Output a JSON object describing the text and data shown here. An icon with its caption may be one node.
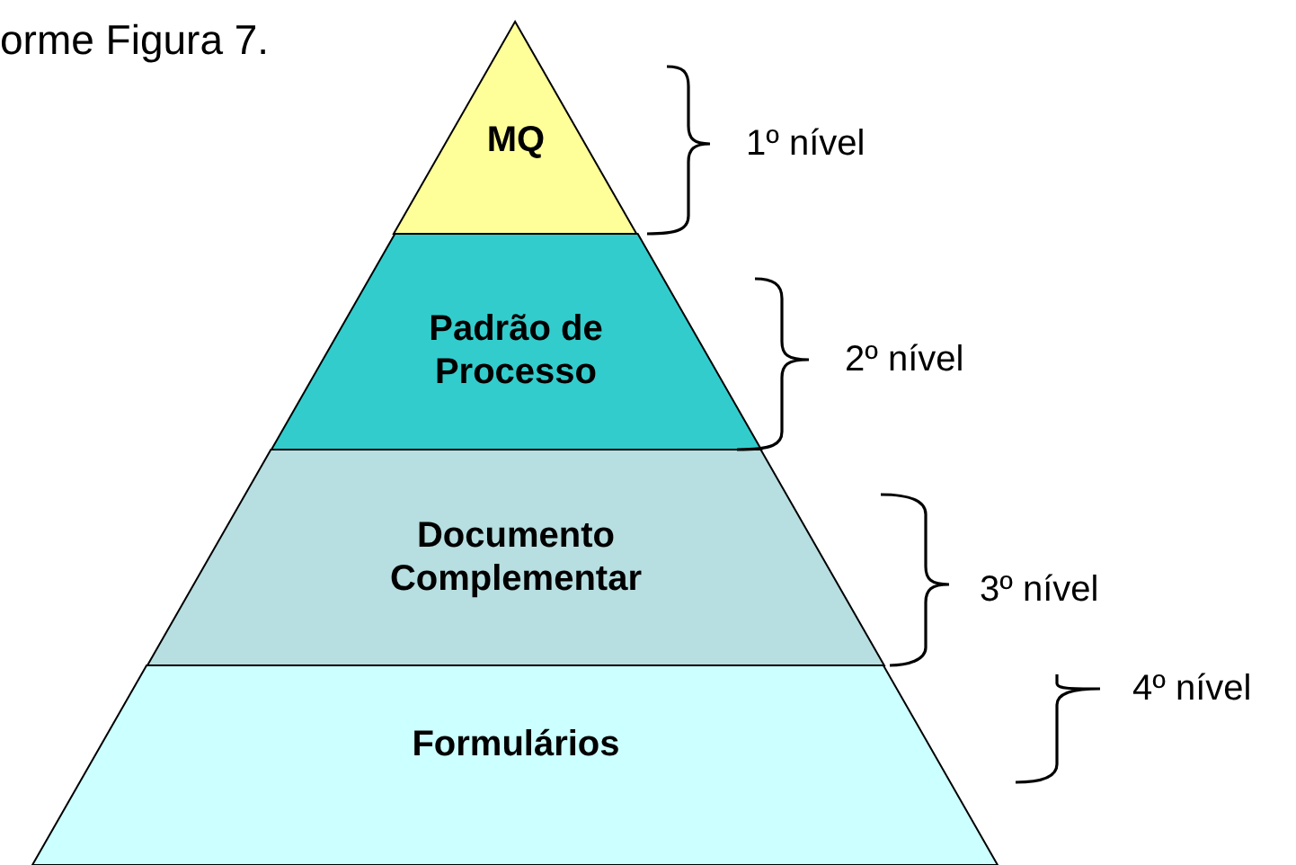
{
  "diagram": {
    "nodes": [
      {
        "text": [
          "MQ"
        ],
        "beside": [
          "1º nível"
        ]
      },
      {
        "text": [
          "Padrão de Processo"
        ],
        "beside": [
          "2º nível"
        ]
      },
      {
        "text": [
          "Documento Complementar"
        ],
        "beside": [
          "3º nível"
        ]
      },
      {
        "text": [
          "Formulários"
        ],
        "beside": [
          "4º nível"
        ]
      }
    ],
    "labels": [
      "orme Figura 7."
    ]
  }
}
